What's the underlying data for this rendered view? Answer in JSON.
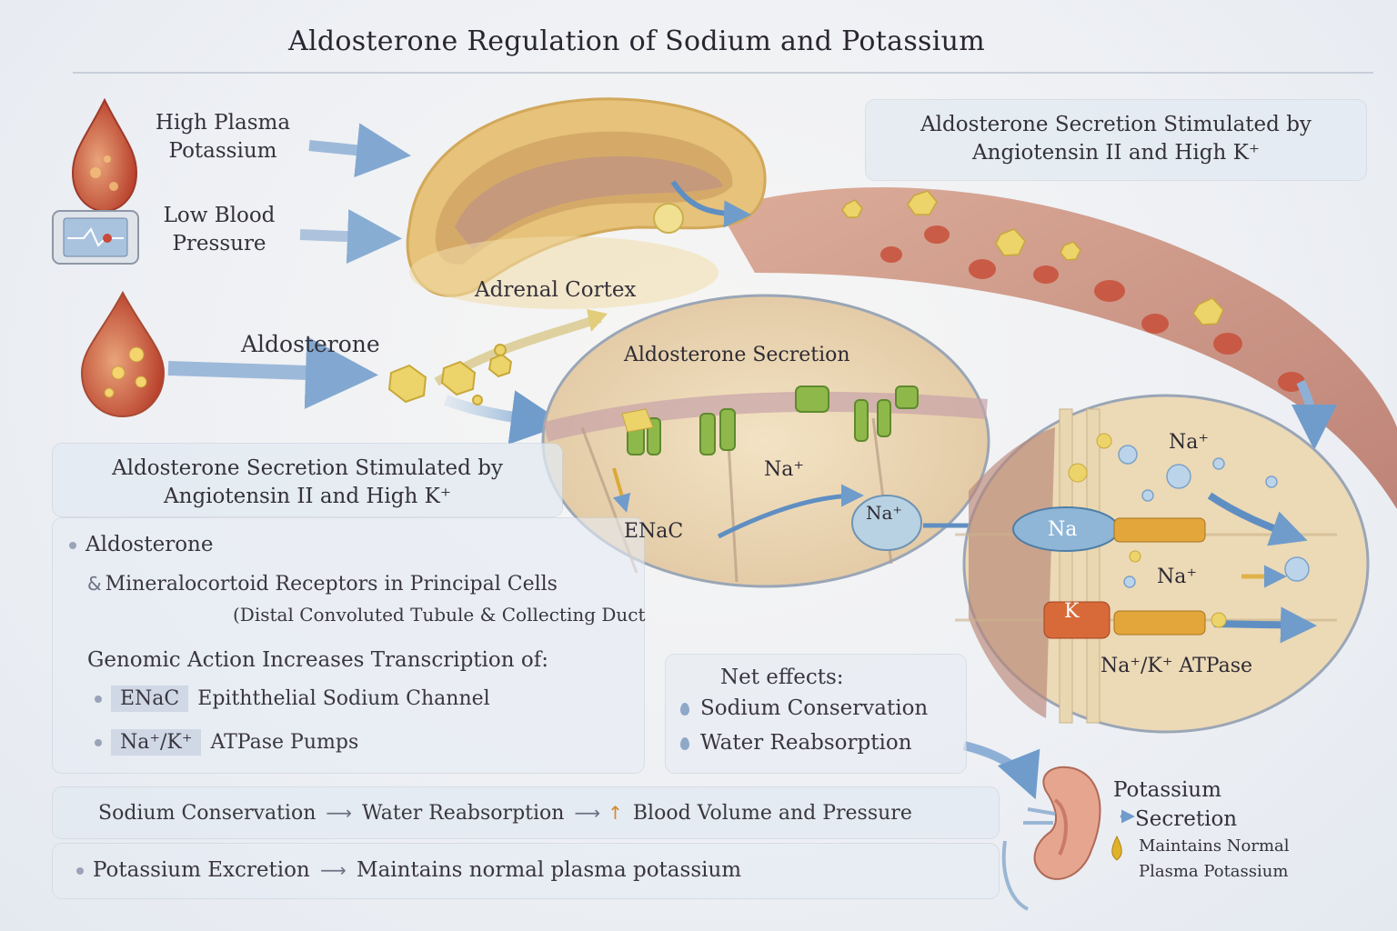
{
  "title": "Aldosterone Regulation of Sodium and Potassium",
  "stimuli": {
    "high_k": [
      "High Plasma",
      "Potassium"
    ],
    "low_bp": [
      "Low Blood",
      "Pressure"
    ],
    "aldosterone": "Aldosterone"
  },
  "adrenal_label": "Adrenal Cortex",
  "top_right_header": [
    "Aldosterone Secretion Stimulated by",
    "Angiotensin II and High K⁺"
  ],
  "mid_circle": {
    "title": "Aldosterone Secretion",
    "na": "Na⁺",
    "enac": "ENaC",
    "na_channel": "Na⁺"
  },
  "right_circle": {
    "na_top": "Na⁺",
    "na_pump": "Na",
    "na_mid": "Na⁺",
    "k_pump": "K",
    "atpase": "Na⁺/K⁺ ATPase"
  },
  "left_panel": {
    "header": [
      "Aldosterone Secretion Stimulated by",
      "Angiotensin II and High K⁺"
    ],
    "item1": "Aldosterone",
    "item2_sym": "&",
    "item2": "Mineralocortoid Receptors in Principal Cells",
    "item3": "(Distal Convoluted Tubule & Collecting Duct",
    "genomic": "Genomic Action Increases Transcription of:",
    "enac_tag": "ENaC",
    "enac_desc": "Epiththelial Sodium Channel",
    "pump_tag": "Na⁺/K⁺",
    "pump_desc": "ATPase Pumps"
  },
  "net_effects": {
    "title": "Net effects:",
    "item1": "Sodium Conservation",
    "item2": "Water Reabsorption"
  },
  "bottom": {
    "row1": {
      "a": "Sodium Conservation",
      "b": "Water Reabsorption",
      "c": "Blood Volume and Pressure"
    },
    "row2": {
      "a": "Potassium Excretion",
      "b": "Maintains normal plasma potassium"
    }
  },
  "kidney": {
    "line1": "Potassium",
    "line2": "Secretion",
    "line3": "Maintains Normal",
    "line4": "Plasma Potassium"
  },
  "colors": {
    "arrow_blue": "#7fa6cf",
    "aldosterone_yellow": "#e8cf5a",
    "blood_red": "#c8503a",
    "adrenal_gold": "#e6c27a",
    "receptor_green": "#8fb84a"
  }
}
